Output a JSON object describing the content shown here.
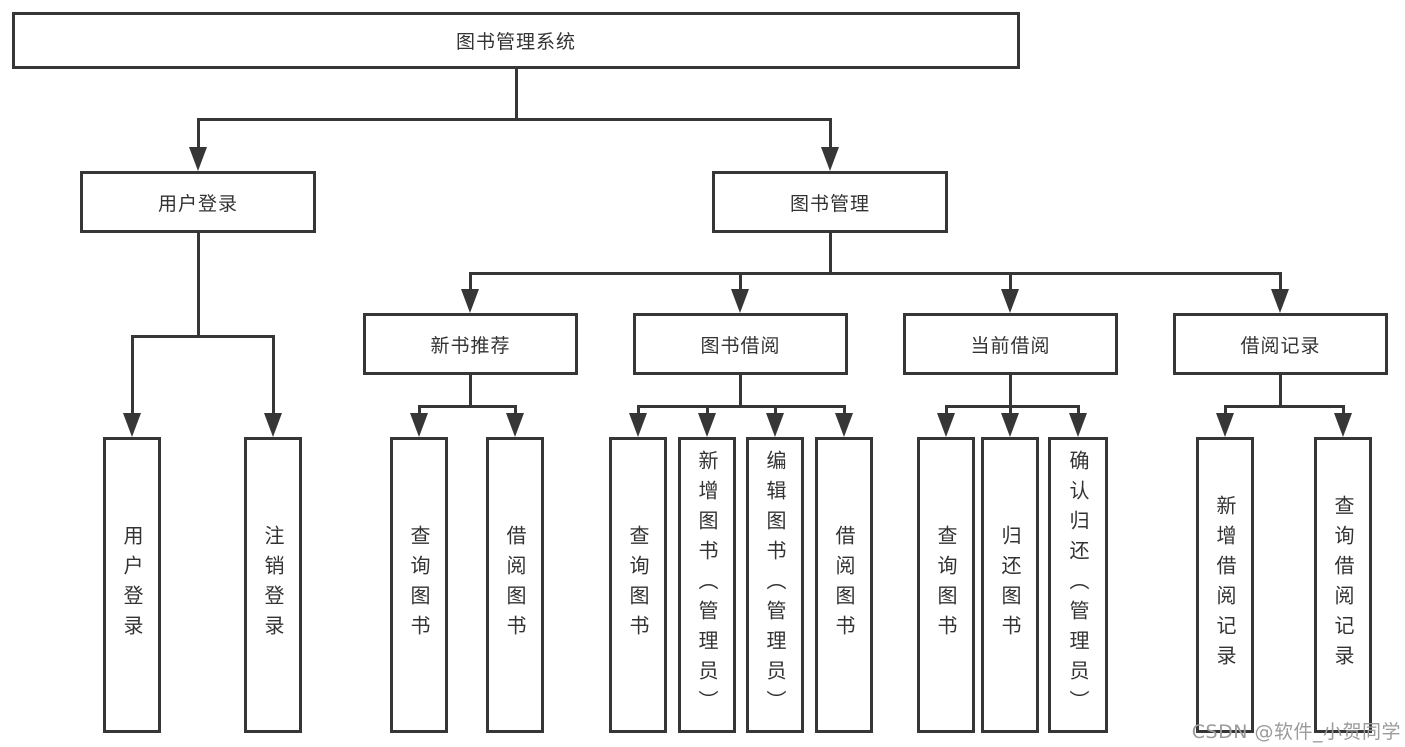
{
  "title": {
    "label": "图书管理系统"
  },
  "level2": [
    {
      "id": "user-login",
      "label": "用户登录"
    },
    {
      "id": "book-management",
      "label": "图书管理"
    }
  ],
  "level3": [
    {
      "id": "new-book-recommend",
      "label": "新书推荐"
    },
    {
      "id": "book-borrowing",
      "label": "图书借阅"
    },
    {
      "id": "current-borrowing",
      "label": "当前借阅"
    },
    {
      "id": "borrowing-records",
      "label": "借阅记录"
    }
  ],
  "leaves": {
    "user_login": [
      "用户登录",
      "注销登录"
    ],
    "new_books": [
      "查询图书",
      "借阅图书"
    ],
    "book_borrow": [
      "查询图书",
      "新增图书（管理员）",
      "编辑图书（管理员）",
      "借阅图书"
    ],
    "current_borrow": [
      "查询图书",
      "归还图书",
      "确认归还（管理员）"
    ],
    "borrow_records": [
      "新增借阅记录",
      "查询借阅记录"
    ]
  },
  "watermark": "CSDN @软件_小贺同学",
  "colors": {
    "line": "#363636",
    "text": "#333333",
    "watermark": "#9b9b9b",
    "background": "#ffffff"
  }
}
